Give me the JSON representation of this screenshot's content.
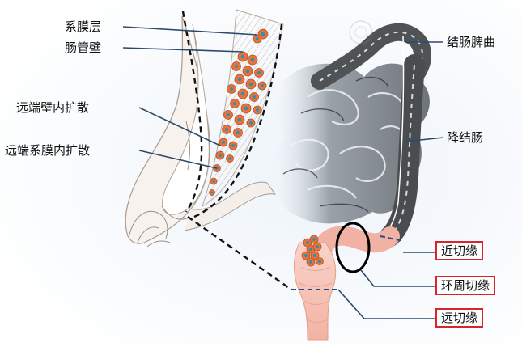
{
  "labels": {
    "mesentery_layer": "系膜层",
    "bowel_wall": "肠管壁",
    "distal_intramural_spread": "远端壁内扩散",
    "distal_mesenteric_spread": "远端系膜内扩散",
    "splenic_flexure": "结肠脾曲",
    "descending_colon": "降结肠",
    "proximal_margin": "近切缘",
    "circumferential_margin": "环周切缘",
    "distal_margin": "远切缘"
  },
  "colors": {
    "box_border": "#d9242b",
    "tumor_cell_fill": "#e8733a",
    "tumor_cell_core": "#2d8fb5",
    "leader_line": "#2b4a6b",
    "colon_dark": "#3a3a3a",
    "rectum_pink": "#f4b9ad"
  }
}
